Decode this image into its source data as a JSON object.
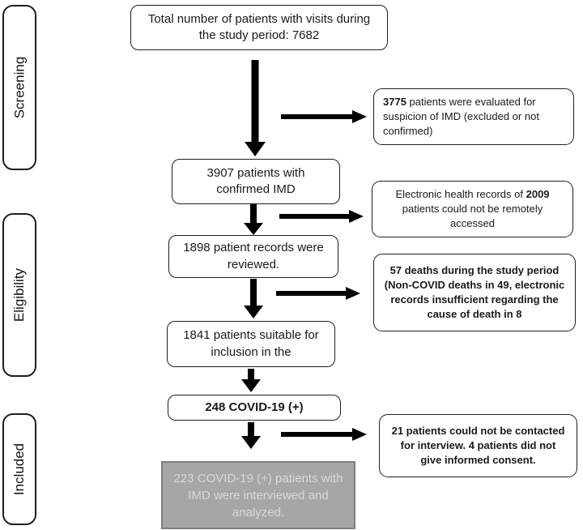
{
  "stages": {
    "screening": "Screening",
    "eligibility": "Eligibility",
    "included": "Included"
  },
  "flow_boxes": {
    "total": "Total number of patients with visits during the study period: 7682",
    "confirmed": "3907 patients with confirmed IMD",
    "reviewed": "1898 patient records were reviewed.",
    "suitable": "1841 patients suitable for inclusion in the",
    "covid_positive": "248 COVID-19 (+)",
    "final": "223 COVID-19 (+) patients with IMD were interviewed and analyzed."
  },
  "side_boxes": {
    "excluded": {
      "parts": [
        {
          "t": "3775",
          "b": true
        },
        {
          "t": " patients were evaluated for suspicion of IMD (excluded or not confirmed)",
          "b": false
        }
      ]
    },
    "not_accessed": {
      "parts": [
        {
          "t": "Electronic health records of ",
          "b": false
        },
        {
          "t": "2009",
          "b": true
        },
        {
          "t": " patients could not be remotely accessed",
          "b": false
        }
      ]
    },
    "deaths": {
      "parts": [
        {
          "t": "57 deaths during the study period (Non-COVID deaths in 49, electronic records insufficient regarding the cause of death in 8",
          "b": true
        }
      ]
    },
    "not_contacted": {
      "parts": [
        {
          "t": "21 patients could not be contacted for interview. 4 patients did not give informed consent.",
          "b": true
        }
      ]
    }
  },
  "colors": {
    "box_border": "#1f1f1f",
    "arrow": "#000000",
    "final_box_bg": "#a6a6a6",
    "final_box_border": "#7f7f7f",
    "final_box_text": "#d9d9d9"
  }
}
